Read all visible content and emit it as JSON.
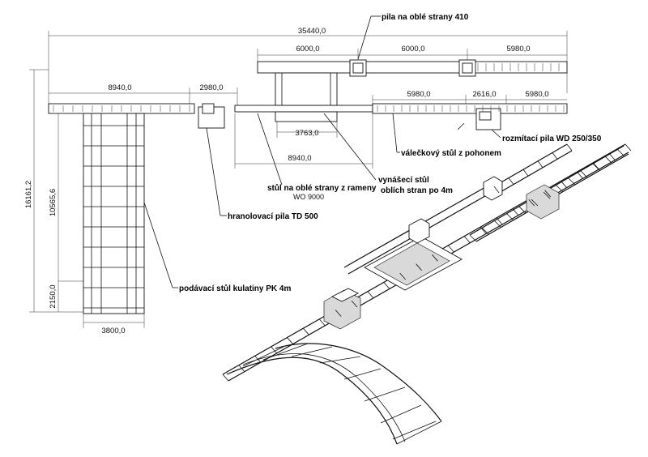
{
  "dimensions": {
    "total_length": "35440,0",
    "upper_seg_1": "6000,0",
    "upper_seg_2": "6000,0",
    "upper_seg_3": "5980,0",
    "left_segment": "8940,0",
    "saw_block": "2980,0",
    "right_seg_1": "5980,0",
    "saw_gap": "2616,0",
    "right_seg_2": "5980,0",
    "inner_table": "3763,0",
    "lower_span": "8940,0",
    "feed_width": "3800,0",
    "vertical_total": "16161,2",
    "vertical_feed": "10565,6",
    "vertical_bottom": "2150,0"
  },
  "labels": {
    "saw_410": "pila na oblé strany   410",
    "roller_table": "válečkový stůl z pohonem",
    "cutting_saw": "rozmítací pila WD 250/350",
    "slab_table": "stůl na oblé strany z rameny",
    "slab_table_model": "WO 9000",
    "carry_table_line1": "vynášecí stůl",
    "carry_table_line2": "oblích stran po 4m",
    "square_saw": "hranolovací pila  TD 500",
    "feed_table": "podávací stůl kulatiny  PK 4m"
  }
}
